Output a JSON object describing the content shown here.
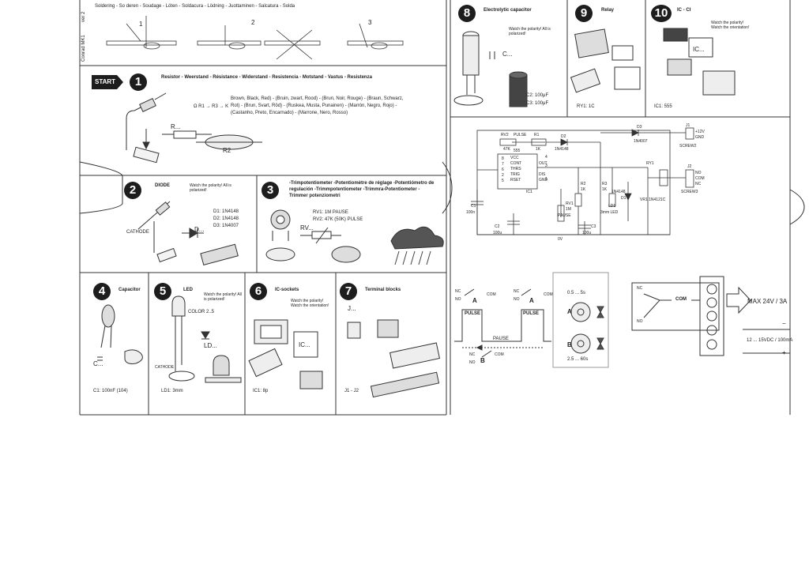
{
  "soldering": {
    "heading": "Soldering - So deren - Soudage - Löten - Soldacura - Lödning - Juottaminen - Salcatura - Solda",
    "sheet_code": "Conrad MK1",
    "sheet_rev": "ver 2",
    "steps": [
      "1",
      "2",
      "3"
    ]
  },
  "s1": {
    "badge": "START",
    "number": "1",
    "title": "Resistor - Weerstand - Résistance - Widerstand - Resistencia - Motstand - Vastus - Resistenza",
    "label_r": "R...",
    "label_r2": "R2",
    "code_label": "Ω R1 → R3 → K",
    "colors_line1": "Brown, Black, Red) - (Bruin, zwart, Rood) - (Brun, Noir, Rouge) - (Braun, Schwarz,",
    "colors_line2": "Rot) - (Brun, Svart, Röd) - (Ruskea, Musta, Punainen) - (Marrón, Negro, Rojo) -",
    "colors_line3": "(Castanho, Preto, Encarnado) - (Marrone, Nero, Rosso)"
  },
  "s2": {
    "number": "2",
    "title": "DIODE",
    "note": "Watch the polarity! All is polarized!",
    "cathode": "CATHODE",
    "label_d": "D...",
    "d1": "D1: 1N4148",
    "d2": "D2: 1N4148",
    "d3": "D3: 1N4007"
  },
  "s3": {
    "number": "3",
    "title_line1": "-Trimpotentiometer -Potentiomètre de réglage -Potentiómetro de",
    "title_line2": "regulación -Trimmpotentiometer -Trimmrа-Potentiometer -",
    "title_line3": "Trimmer potenziometri",
    "label_rv": "RV...",
    "rv1": "RV1: 1M PAUSE",
    "rv2": "RV2: 47K (50K) PULSE"
  },
  "s4": {
    "number": "4",
    "title": "Capacitor",
    "label_c": "C...",
    "part": "C1: 100nF (104)"
  },
  "s5": {
    "number": "5",
    "title": "LED",
    "note": "Watch the polarity! All is polarized!",
    "color": "COLOR 2..5",
    "label_ld": "LD...",
    "cathode": "CATHODE",
    "part": "LD1: 3mm"
  },
  "s6": {
    "number": "6",
    "title": "IC-sockets",
    "note": "Watch the polarity! Watch the orientation!",
    "label_ic": "IC...",
    "part": "IC1: 8p"
  },
  "s7": {
    "number": "7",
    "title": "Terminal blocks",
    "label_j": "J...",
    "part": "J1 - J2"
  },
  "s8": {
    "number": "8",
    "title": "Electrolytic capacitor",
    "note": "Watch the polarity! All is polarized!",
    "label_c": "C...",
    "part1": "C2: 100μF",
    "part2": "C3: 100μF"
  },
  "s9": {
    "number": "9",
    "title": "Relay",
    "part": "RY1: 1C"
  },
  "s10": {
    "number": "10",
    "title": "IC - CI",
    "note": "Watch the polarity! Watch the orientation!",
    "label_ic": "IC...",
    "part": "IC1: 555"
  },
  "schematic": {
    "rv2": "RV2",
    "rv2_val": "47K",
    "pulse": "PULSE",
    "r1": "R1",
    "r1_val": "1K",
    "d2": "D2",
    "d2_val": "1N4148",
    "d3": "D3",
    "d3_val": "1N4007",
    "j1": "J1",
    "j1_plus": "+12V",
    "j1_gnd": "GND",
    "j1_part": "SCREW2",
    "j2": "J2",
    "j2_no": "NO",
    "j2_com": "COM",
    "j2_nc": "NC",
    "j2_part": "SCREW3",
    "ic_name": "IC1",
    "ic_val": "555",
    "ic_pins": [
      "VCC",
      "CONT",
      "THRS",
      "TRIG",
      "RSET",
      "OUT",
      "DIS",
      "GND"
    ],
    "r2": "R2",
    "r2_val": "1K",
    "r3": "R3",
    "r3_val": "1K",
    "c1": "C1",
    "c1_val": "100n",
    "c2": "C2",
    "c2_val": "100u",
    "c3": "C3",
    "c3_val": "100u",
    "rv1": "RV1",
    "rv1_val": "1M",
    "pause": "PAUSE",
    "ld1": "LD1",
    "ld1_val": "3mm LED",
    "d1": "D1",
    "d1_val": "1N4148",
    "ry1": "RY1",
    "ry1_val": "VR1 1N4121C",
    "gnd": "0V",
    "pin_nums": [
      "8",
      "4",
      "3",
      "7",
      "6",
      "2",
      "5",
      "1"
    ]
  },
  "timing": {
    "pulse": "PULSE",
    "pause": "PAUSE",
    "a": "A",
    "b": "B",
    "nc": "NC",
    "no": "NO",
    "com": "COM",
    "range_a": "0.5 ... 5s",
    "range_b": "2.5 ... 60s"
  },
  "output": {
    "nc": "NC",
    "no": "NO",
    "com": "COM",
    "max": "MAX 24V / 3A",
    "minus": "−",
    "plus": "+",
    "supply": "12 ... 15VDC / 100mA"
  }
}
